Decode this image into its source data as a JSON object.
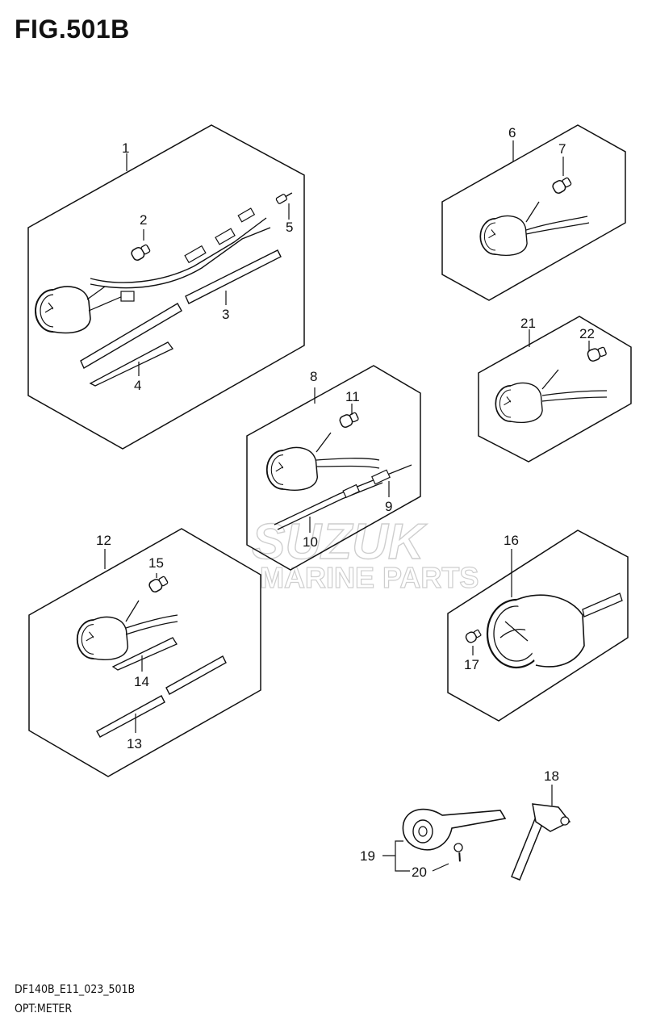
{
  "figure": {
    "title": "FIG.501B"
  },
  "footer": {
    "model_code": "DF140B_E11_023_501B",
    "section": "OPT:METER"
  },
  "watermark": {
    "line1": "SUZUK",
    "line2": "MARINE PARTS"
  },
  "callouts": {
    "p1": "1",
    "p2": "2",
    "p3": "3",
    "p4": "4",
    "p5": "5",
    "p6": "6",
    "p7": "7",
    "p8": "8",
    "p9": "9",
    "p10": "10",
    "p11": "11",
    "p12": "12",
    "p13": "13",
    "p14": "14",
    "p15": "15",
    "p16": "16",
    "p17": "17",
    "p18": "18",
    "p19": "19",
    "p20": "20",
    "p21": "21",
    "p22": "22"
  }
}
